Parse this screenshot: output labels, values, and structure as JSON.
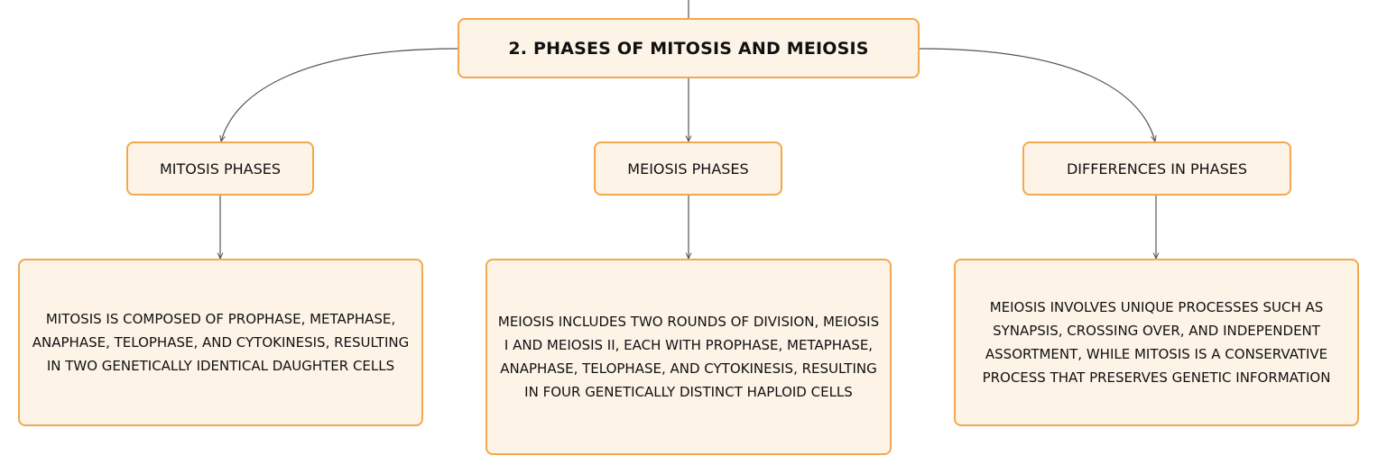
{
  "diagram": {
    "root": {
      "label": "2. PHASES OF MITOSIS AND MEIOSIS"
    },
    "branches": [
      {
        "label": "MITOSIS PHASES",
        "detail": "MITOSIS IS COMPOSED OF PROPHASE, METAPHASE, ANAPHASE, TELOPHASE, AND CYTOKINESIS, RESULTING IN TWO GENETICALLY IDENTICAL DAUGHTER CELLS"
      },
      {
        "label": "MEIOSIS PHASES",
        "detail": "MEIOSIS INCLUDES TWO ROUNDS OF DIVISION, MEIOSIS I AND MEIOSIS II, EACH WITH PROPHASE, METAPHASE, ANAPHASE, TELOPHASE, AND CYTOKINESIS, RESULTING IN FOUR GENETICALLY DISTINCT HAPLOID CELLS"
      },
      {
        "label": "DIFFERENCES IN PHASES",
        "detail": "MEIOSIS INVOLVES UNIQUE PROCESSES SUCH AS SYNAPSIS, CROSSING OVER, AND INDEPENDENT ASSORTMENT, WHILE MITOSIS IS A CONSERVATIVE PROCESS THAT PRESERVES GENETIC INFORMATION"
      }
    ],
    "colors": {
      "node_border": "#f1a94e",
      "node_fill": "#fdf3e7",
      "connector": "#555555",
      "text": "#111111"
    }
  }
}
